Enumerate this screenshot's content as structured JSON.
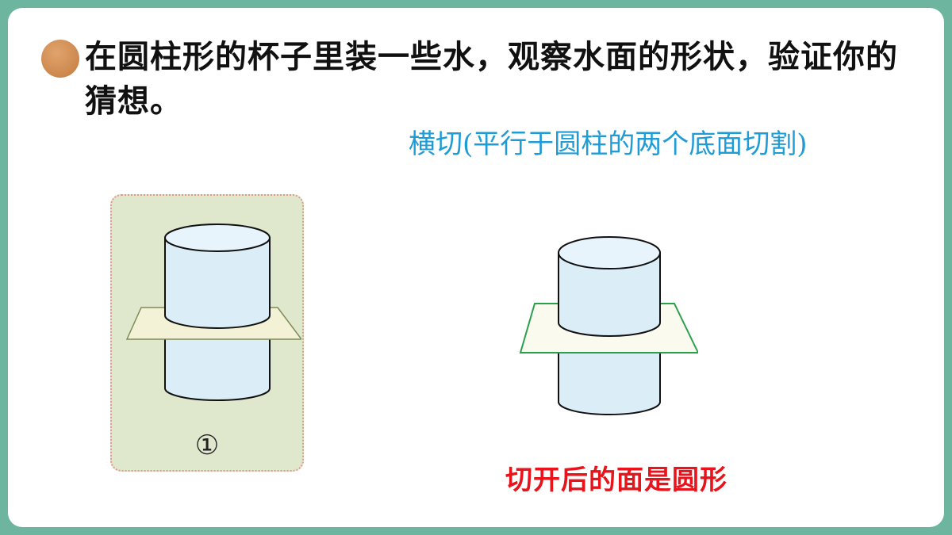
{
  "question": "在圆柱形的杯子里装一些水，观察水面的形状，验证你的猜想。",
  "note": "横切(平行于圆柱的两个底面切割)",
  "figure_label": "①",
  "conclusion": "切开后的面是圆形",
  "colors": {
    "background": "#6eb59f",
    "bullet": "#c98444",
    "note": "#1f9bd6",
    "conclusion": "#e8131b",
    "card": "#dfe7cd",
    "cylinder": "#dbeef8",
    "plane_a": "#f4f3d6",
    "plane_b_edge": "#2aa04c"
  },
  "icons": [
    "bullet-dot-icon"
  ]
}
